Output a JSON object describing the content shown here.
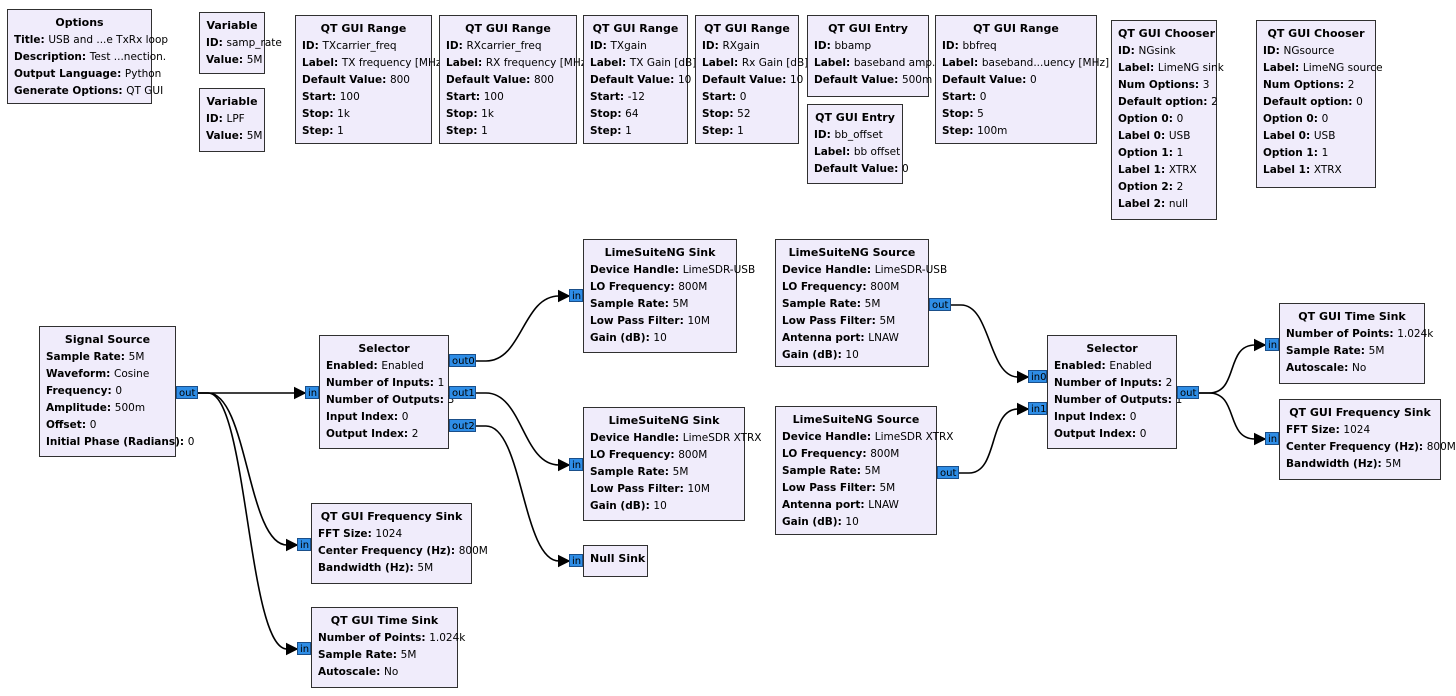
{
  "blocks": [
    {
      "title": "Options",
      "params": [
        [
          "Title",
          "USB and ...e TxRx loop"
        ],
        [
          "Description",
          "Test ...nection."
        ],
        [
          "Output Language",
          "Python"
        ],
        [
          "Generate Options",
          "QT GUI"
        ]
      ]
    },
    {
      "title": "Variable",
      "params": [
        [
          "ID",
          "samp_rate"
        ],
        [
          "Value",
          "5M"
        ]
      ]
    },
    {
      "title": "Variable",
      "params": [
        [
          "ID",
          "LPF"
        ],
        [
          "Value",
          "5M"
        ]
      ]
    },
    {
      "title": "QT GUI Range",
      "params": [
        [
          "ID",
          "TXcarrier_freq"
        ],
        [
          "Label",
          "TX frequency [MHz]"
        ],
        [
          "Default Value",
          "800"
        ],
        [
          "Start",
          "100"
        ],
        [
          "Stop",
          "1k"
        ],
        [
          "Step",
          "1"
        ]
      ]
    },
    {
      "title": "QT GUI Range",
      "params": [
        [
          "ID",
          "RXcarrier_freq"
        ],
        [
          "Label",
          "RX frequency [MHz]"
        ],
        [
          "Default Value",
          "800"
        ],
        [
          "Start",
          "100"
        ],
        [
          "Stop",
          "1k"
        ],
        [
          "Step",
          "1"
        ]
      ]
    },
    {
      "title": "QT GUI Range",
      "params": [
        [
          "ID",
          "TXgain"
        ],
        [
          "Label",
          "TX Gain [dB]"
        ],
        [
          "Default Value",
          "10"
        ],
        [
          "Start",
          "-12"
        ],
        [
          "Stop",
          "64"
        ],
        [
          "Step",
          "1"
        ]
      ]
    },
    {
      "title": "QT GUI Range",
      "params": [
        [
          "ID",
          "RXgain"
        ],
        [
          "Label",
          "Rx Gain [dB]"
        ],
        [
          "Default Value",
          "10"
        ],
        [
          "Start",
          "0"
        ],
        [
          "Stop",
          "52"
        ],
        [
          "Step",
          "1"
        ]
      ]
    },
    {
      "title": "QT GUI Entry",
      "params": [
        [
          "ID",
          "bbamp"
        ],
        [
          "Label",
          "baseband amp."
        ],
        [
          "Default Value",
          "500m"
        ]
      ]
    },
    {
      "title": "QT GUI Entry",
      "params": [
        [
          "ID",
          "bb_offset"
        ],
        [
          "Label",
          "bb offset"
        ],
        [
          "Default Value",
          "0"
        ]
      ]
    },
    {
      "title": "QT GUI Range",
      "params": [
        [
          "ID",
          "bbfreq"
        ],
        [
          "Label",
          "baseband...uency [MHz]"
        ],
        [
          "Default Value",
          "0"
        ],
        [
          "Start",
          "0"
        ],
        [
          "Stop",
          "5"
        ],
        [
          "Step",
          "100m"
        ]
      ]
    },
    {
      "title": "QT GUI Chooser",
      "params": [
        [
          "ID",
          "NGsink"
        ],
        [
          "Label",
          "LimeNG sink"
        ],
        [
          "Num Options",
          "3"
        ],
        [
          "Default option",
          "2"
        ],
        [
          "Option 0",
          "0"
        ],
        [
          "Label 0",
          "USB"
        ],
        [
          "Option 1",
          "1"
        ],
        [
          "Label 1",
          "XTRX"
        ],
        [
          "Option 2",
          "2"
        ],
        [
          "Label 2",
          "null"
        ]
      ]
    },
    {
      "title": "QT GUI Chooser",
      "params": [
        [
          "ID",
          "NGsource"
        ],
        [
          "Label",
          "LimeNG source"
        ],
        [
          "Num Options",
          "2"
        ],
        [
          "Default option",
          "0"
        ],
        [
          "Option 0",
          "0"
        ],
        [
          "Label 0",
          "USB"
        ],
        [
          "Option 1",
          "1"
        ],
        [
          "Label 1",
          "XTRX"
        ]
      ]
    },
    {
      "title": "Signal Source",
      "params": [
        [
          "Sample Rate",
          "5M"
        ],
        [
          "Waveform",
          "Cosine"
        ],
        [
          "Frequency",
          "0"
        ],
        [
          "Amplitude",
          "500m"
        ],
        [
          "Offset",
          "0"
        ],
        [
          "Initial Phase (Radians)",
          "0"
        ]
      ]
    },
    {
      "title": "Selector",
      "params": [
        [
          "Enabled",
          "Enabled"
        ],
        [
          "Number of Inputs",
          "1"
        ],
        [
          "Number of Outputs",
          "3"
        ],
        [
          "Input Index",
          "0"
        ],
        [
          "Output Index",
          "2"
        ]
      ]
    },
    {
      "title": "LimeSuiteNG Sink",
      "params": [
        [
          "Device Handle",
          "LimeSDR-USB"
        ],
        [
          "LO Frequency",
          "800M"
        ],
        [
          "Sample Rate",
          "5M"
        ],
        [
          "Low Pass Filter",
          "10M"
        ],
        [
          "Gain (dB)",
          "10"
        ]
      ]
    },
    {
      "title": "LimeSuiteNG Sink",
      "params": [
        [
          "Device Handle",
          "LimeSDR XTRX"
        ],
        [
          "LO Frequency",
          "800M"
        ],
        [
          "Sample Rate",
          "5M"
        ],
        [
          "Low Pass Filter",
          "10M"
        ],
        [
          "Gain (dB)",
          "10"
        ]
      ]
    },
    {
      "title": "Null Sink",
      "params": []
    },
    {
      "title": "QT GUI Frequency Sink",
      "params": [
        [
          "FFT Size",
          "1024"
        ],
        [
          "Center Frequency (Hz)",
          "800M"
        ],
        [
          "Bandwidth (Hz)",
          "5M"
        ]
      ]
    },
    {
      "title": "QT GUI Time Sink",
      "params": [
        [
          "Number of Points",
          "1.024k"
        ],
        [
          "Sample Rate",
          "5M"
        ],
        [
          "Autoscale",
          "No"
        ]
      ]
    },
    {
      "title": "LimeSuiteNG Source",
      "params": [
        [
          "Device Handle",
          "LimeSDR-USB"
        ],
        [
          "LO Frequency",
          "800M"
        ],
        [
          "Sample Rate",
          "5M"
        ],
        [
          "Low Pass Filter",
          "5M"
        ],
        [
          "Antenna port",
          "LNAW"
        ],
        [
          "Gain (dB)",
          "10"
        ]
      ]
    },
    {
      "title": "LimeSuiteNG Source",
      "params": [
        [
          "Device Handle",
          "LimeSDR XTRX"
        ],
        [
          "LO Frequency",
          "800M"
        ],
        [
          "Sample Rate",
          "5M"
        ],
        [
          "Low Pass Filter",
          "5M"
        ],
        [
          "Antenna port",
          "LNAW"
        ],
        [
          "Gain (dB)",
          "10"
        ]
      ]
    },
    {
      "title": "Selector",
      "params": [
        [
          "Enabled",
          "Enabled"
        ],
        [
          "Number of Inputs",
          "2"
        ],
        [
          "Number of Outputs",
          "1"
        ],
        [
          "Input Index",
          "0"
        ],
        [
          "Output Index",
          "0"
        ]
      ]
    },
    {
      "title": "QT GUI Time Sink",
      "params": [
        [
          "Number of Points",
          "1.024k"
        ],
        [
          "Sample Rate",
          "5M"
        ],
        [
          "Autoscale",
          "No"
        ]
      ]
    },
    {
      "title": "QT GUI Frequency Sink",
      "params": [
        [
          "FFT Size",
          "1024"
        ],
        [
          "Center Frequency (Hz)",
          "800M"
        ],
        [
          "Bandwidth (Hz)",
          "5M"
        ]
      ]
    }
  ],
  "ports": [
    "out",
    "in",
    "out0",
    "out1",
    "out2",
    "in",
    "in",
    "in",
    "in",
    "in",
    "in",
    "out",
    "out",
    "in0",
    "in1",
    "out",
    "in",
    "in"
  ],
  "connections": [
    {
      "from": "signal-source.out",
      "to": "selector-1.in"
    },
    {
      "from": "signal-source.out",
      "to": "freq-sink-1.in"
    },
    {
      "from": "signal-source.out",
      "to": "time-sink-1.in"
    },
    {
      "from": "selector-1.out0",
      "to": "lime-sink-usb.in"
    },
    {
      "from": "selector-1.out1",
      "to": "lime-sink-xtrx.in"
    },
    {
      "from": "selector-1.out2",
      "to": "null-sink.in"
    },
    {
      "from": "lime-source-usb.out",
      "to": "selector-2.in0"
    },
    {
      "from": "lime-source-xtrx.out",
      "to": "selector-2.in1"
    },
    {
      "from": "selector-2.out",
      "to": "time-sink-2.in"
    },
    {
      "from": "selector-2.out",
      "to": "freq-sink-2.in"
    }
  ]
}
